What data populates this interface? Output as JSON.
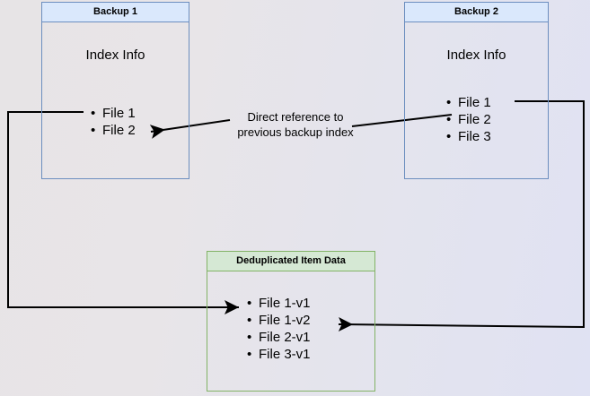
{
  "diagram": {
    "title_hidden": "",
    "colors": {
      "blue_border": "#6c8ebf",
      "blue_fill": "#dae8fc",
      "green_border": "#82b366",
      "green_fill": "#d5e8d4",
      "line": "#000000",
      "text": "#000000"
    },
    "nodes": {
      "backup1": {
        "header": "Backup 1",
        "section_label": "Index Info",
        "items": [
          "File 1",
          "File 2"
        ]
      },
      "backup2": {
        "header": "Backup 2",
        "section_label": "Index Info",
        "items": [
          "File 1",
          "File 2",
          "File 3"
        ]
      },
      "dedup": {
        "header": "Deduplicated Item Data",
        "items": [
          "File 1-v1",
          "File 1-v2",
          "File 2-v1",
          "File 3-v1"
        ]
      }
    },
    "annotations": {
      "direct_reference": {
        "line1": "Direct reference to",
        "line2": "previous backup index"
      }
    }
  }
}
